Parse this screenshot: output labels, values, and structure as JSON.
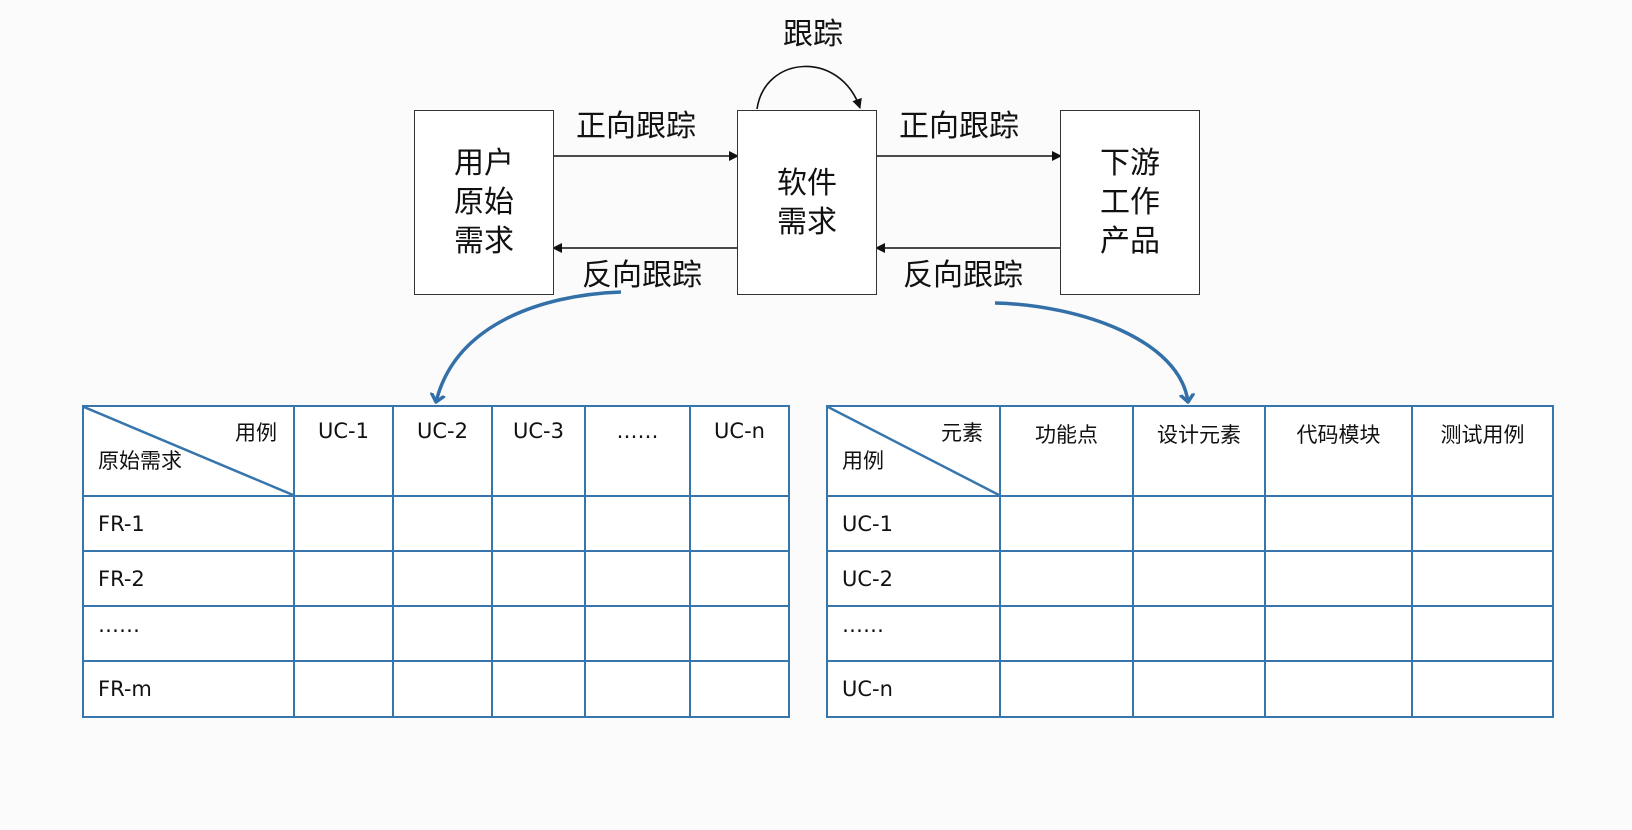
{
  "diagram": {
    "loop_label": "跟踪",
    "boxes": {
      "user_req": "用户\n原始\n需求",
      "software_req": "软件\n需求",
      "downstream": "下游\n工作\n产品"
    },
    "forward_label": "正向跟踪",
    "backward_label": "反向跟踪"
  },
  "colors": {
    "table_border": "#3676ad",
    "arrow_curve": "#3470a8",
    "box_border": "#333333"
  },
  "table_left": {
    "corner_top": "用例",
    "corner_bottom": "原始需求",
    "columns": [
      "UC-1",
      "UC-2",
      "UC-3",
      "……",
      "UC-n"
    ],
    "rows": [
      "FR-1",
      "FR-2",
      "……",
      "FR-m"
    ]
  },
  "table_right": {
    "corner_top": "元素",
    "corner_bottom": "用例",
    "columns": [
      "功能点",
      "设计元素",
      "代码模块",
      "测试用例"
    ],
    "rows": [
      "UC-1",
      "UC-2",
      "……",
      "UC-n"
    ]
  }
}
